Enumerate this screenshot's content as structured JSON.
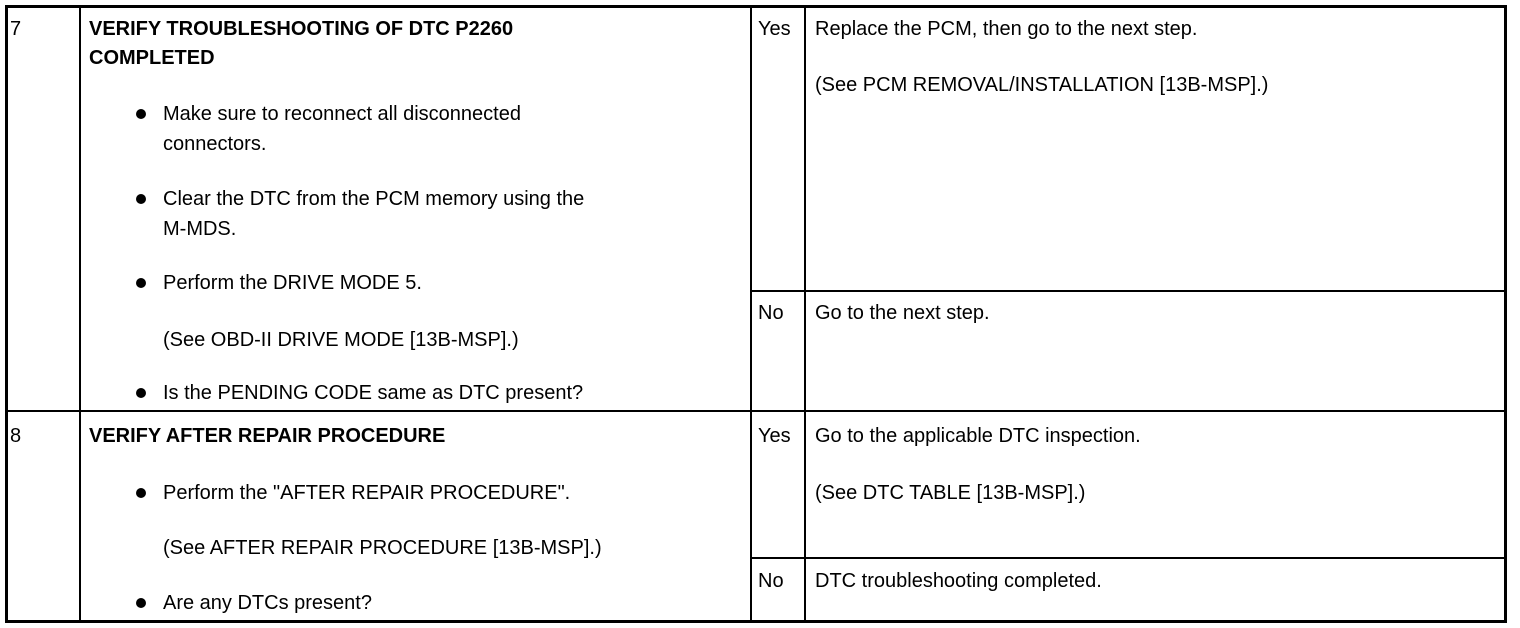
{
  "rows": [
    {
      "step": "7",
      "title_line1": "VERIFY TROUBLESHOOTING OF DTC P2260",
      "title_line2": "COMPLETED",
      "bullets": [
        {
          "line1": "Make sure to reconnect all disconnected",
          "line2": "connectors."
        },
        {
          "line1": "Clear the DTC from the PCM memory using the",
          "line2": "M-MDS."
        },
        {
          "line1": "Perform the DRIVE MODE 5."
        },
        {
          "line1": "Is the PENDING CODE same as DTC present?"
        }
      ],
      "ref": "(See OBD-II DRIVE MODE [13B-MSP].)",
      "yes_label": "Yes",
      "yes_text": "Replace the PCM, then go to the next step.",
      "yes_ref": "(See PCM REMOVAL/INSTALLATION [13B-MSP].)",
      "no_label": "No",
      "no_text": "Go to the next step."
    },
    {
      "step": "8",
      "title_line1": "VERIFY AFTER REPAIR PROCEDURE",
      "bullets": [
        {
          "line1": "Perform the \"AFTER REPAIR PROCEDURE\"."
        },
        {
          "line1": "Are any DTCs present?"
        }
      ],
      "ref": "(See AFTER REPAIR PROCEDURE [13B-MSP].)",
      "yes_label": "Yes",
      "yes_text": "Go to the applicable DTC inspection.",
      "yes_ref": "(See DTC TABLE [13B-MSP].)",
      "no_label": "No",
      "no_text": "DTC troubleshooting completed."
    }
  ]
}
